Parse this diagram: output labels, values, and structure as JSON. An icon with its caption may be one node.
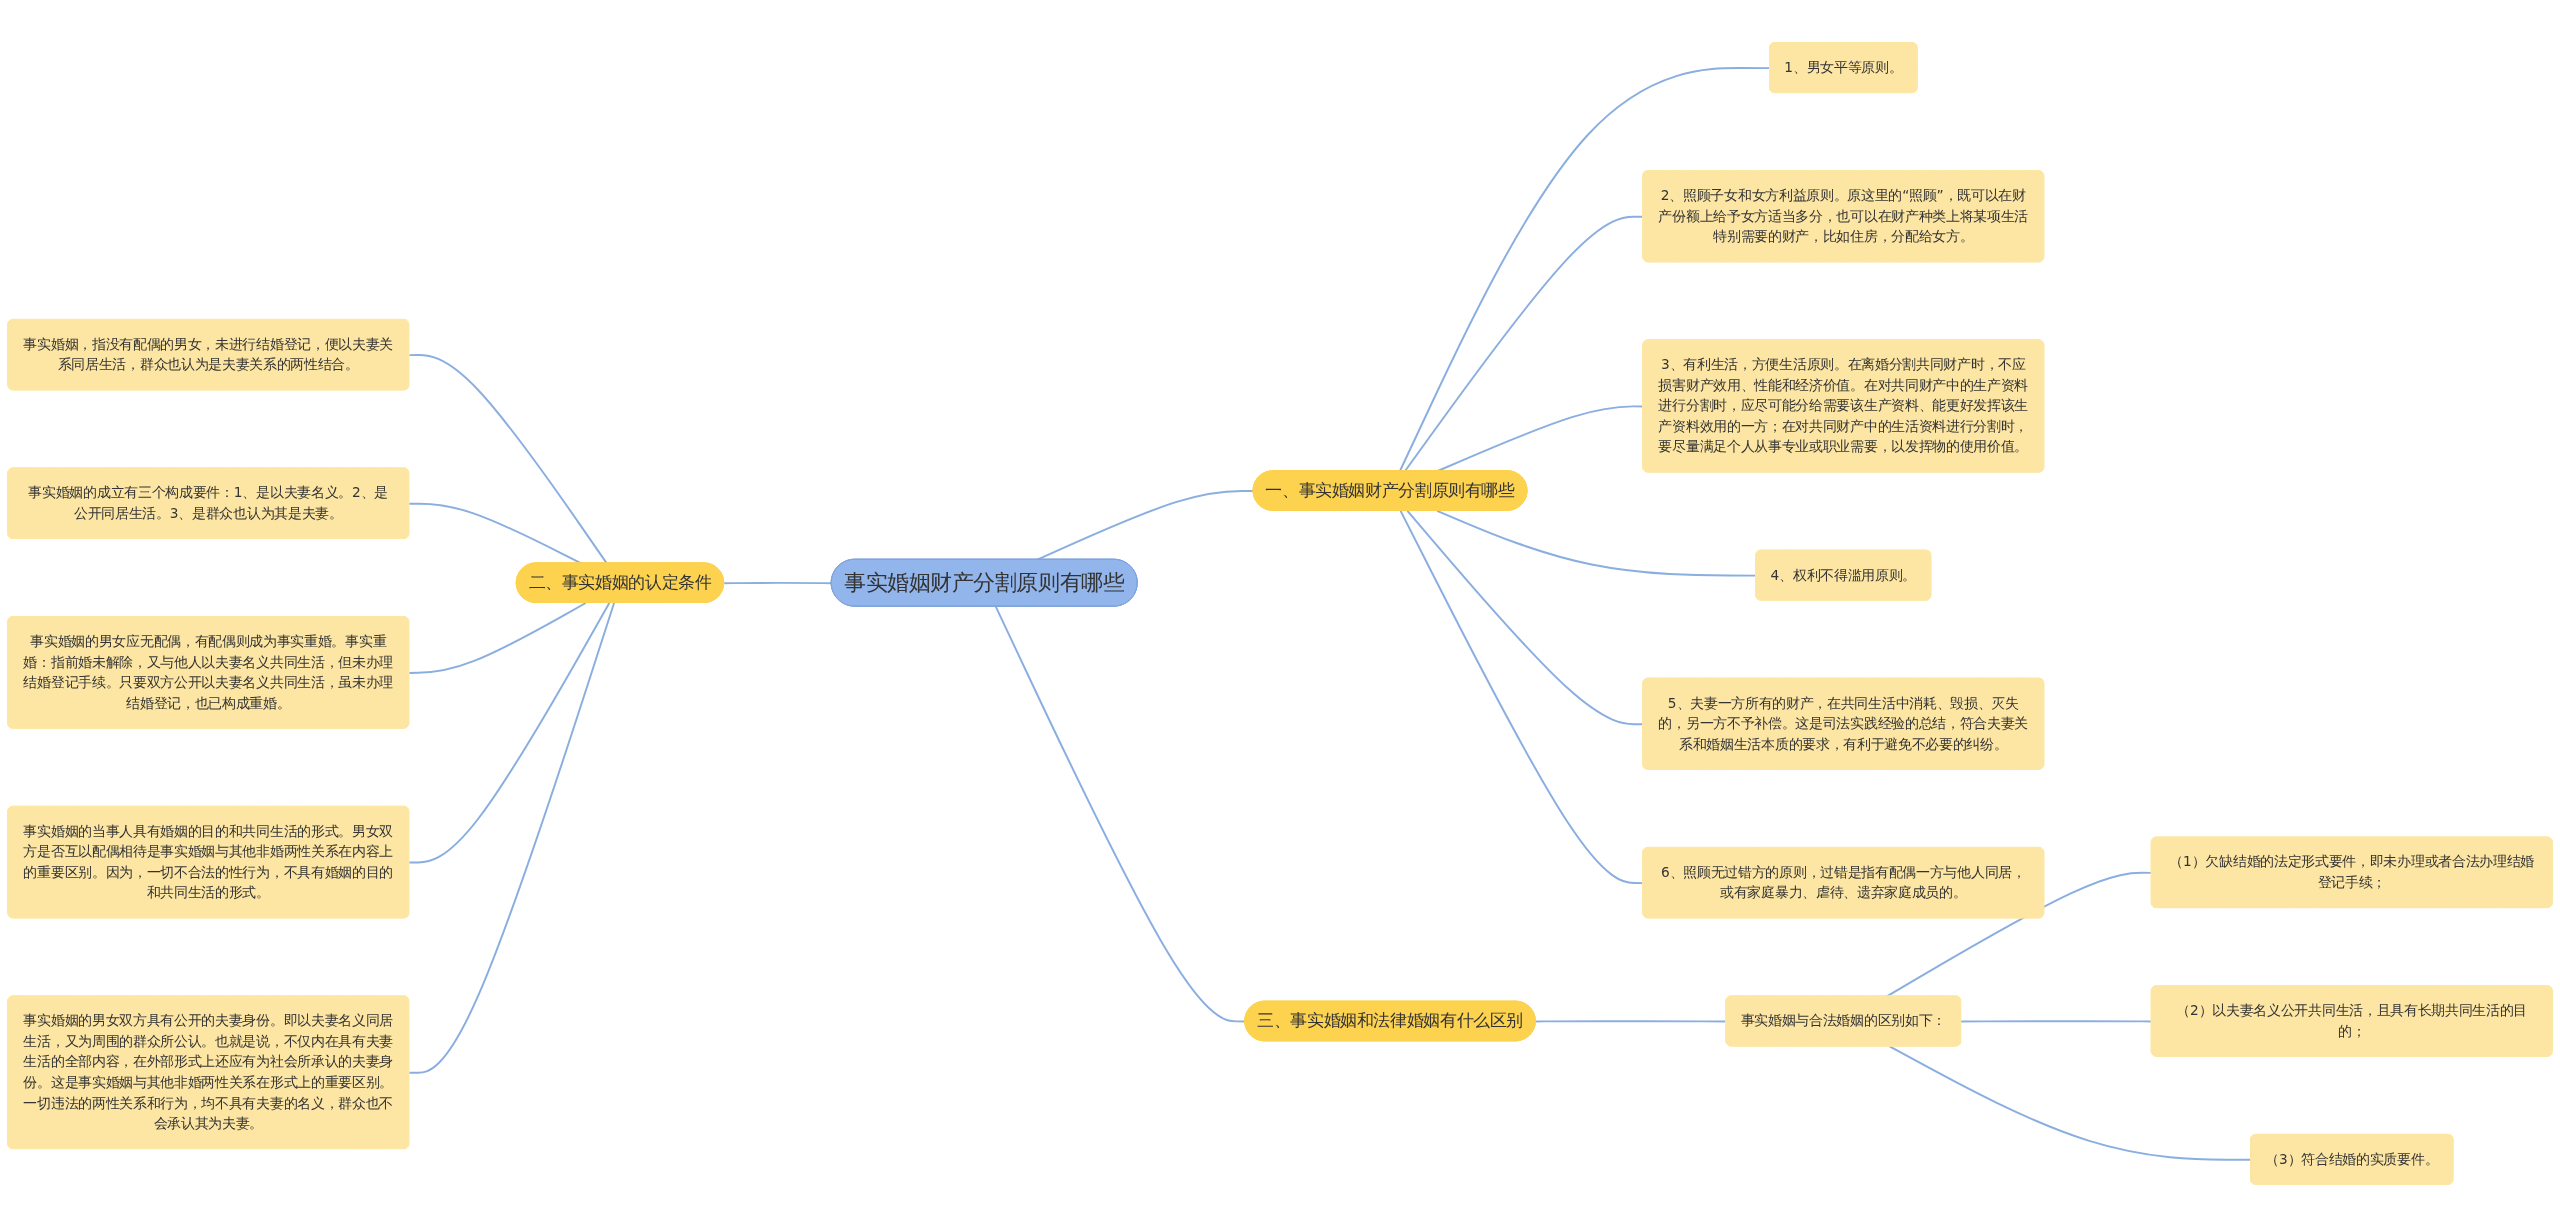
{
  "diagram": {
    "nodes": [
      {
        "text": [
          "事实婚姻财产分割原则有哪些"
        ]
      },
      {
        "text": [
          "一、事实婚姻财产分割原则有哪些"
        ]
      },
      {
        "text": [
          "1、男女平等原则。"
        ]
      },
      {
        "text": [
          "2、照顾子女和女方利益原则。原这里的“照顾”，既可以在财产份额上给予女方适当多分，也可以在财产种类上将某项生活特别需要的财产，比如住房，分配给女方。"
        ]
      },
      {
        "text": [
          "3、有利生活，方便生活原则。在离婚分割共同财产时，不应损害财产效用、性能和经济价值。在对共同财产中的生产资料进行分割时，应尽可能分给需要该生产资料、能更好发挥该生产资料效用的一方；在对共同财产中的生活资料进行分割时，要尽量满足个人从事专业或职业需要，以发挥物的使用价值。"
        ]
      },
      {
        "text": [
          "4、权利不得滥用原则。"
        ]
      },
      {
        "text": [
          "5、夫妻一方所有的财产，在共同生活中消耗、毁损、灭失的，另一方不予补偿。这是司法实践经验的总结，符合夫妻关系和婚姻生活本质的要求，有利于避免不必要的纠纷。"
        ]
      },
      {
        "text": [
          "6、照顾无过错方的原则，过错是指有配偶一方与他人同居，或有家庭暴力、虐待、遗弃家庭成员的。"
        ]
      },
      {
        "text": [
          "二、事实婚姻的认定条件"
        ]
      },
      {
        "text": [
          "事实婚姻，指没有配偶的男女，未进行结婚登记，便以夫妻关系同居生活，群众也认为是夫妻关系的两性结合。"
        ]
      },
      {
        "text": [
          "事实婚姻的成立有三个构成要件：1、是以夫妻名义。2、是公开同居生活。3、是群众也认为其是夫妻。"
        ]
      },
      {
        "text": [
          "事实婚姻的男女应无配偶，有配偶则成为事实重婚。事实重婚：指前婚未解除，又与他人以夫妻名义共同生活，但未办理结婚登记手续。只要双方公开以夫妻名义共同生活，虽未办理结婚登记，也已构成重婚。"
        ]
      },
      {
        "text": [
          "事实婚姻的当事人具有婚姻的目的和共同生活的形式。男女双方是否互以配偶相待是事实婚姻与其他非婚两性关系在内容上的重要区别。因为，一切不合法的性行为，不具有婚姻的目的和共同生活的形式。"
        ]
      },
      {
        "text": [
          "事实婚姻的男女双方具有公开的夫妻身份。即以夫妻名义同居生活，又为周围的群众所公认。也就是说，不仅内在具有夫妻生活的全部内容，在外部形式上还应有为社会所承认的夫妻身份。这是事实婚姻与其他非婚两性关系在形式上的重要区别。一切违法的两性关系和行为，均不具有夫妻的名义，群众也不会承认其为夫妻。"
        ]
      },
      {
        "text": [
          "三、事实婚姻和法律婚姻有什么区别"
        ]
      },
      {
        "text": [
          "事实婚姻与合法婚姻的区别如下："
        ]
      },
      {
        "text": [
          "（1）欠缺结婚的法定形式要件，即未办理或者合法办理结婚登记手续；"
        ]
      },
      {
        "text": [
          "（2）以夫妻名义公开共同生活，且具有长期共同生活的目的；"
        ]
      },
      {
        "text": [
          "（3）符合结婚的实质要件。"
        ]
      }
    ],
    "edges": [
      {
        "from": 0,
        "to": 1,
        "arrow": "none"
      },
      {
        "from": 1,
        "to": 2,
        "arrow": "none"
      },
      {
        "from": 1,
        "to": 3,
        "arrow": "none"
      },
      {
        "from": 1,
        "to": 4,
        "arrow": "none"
      },
      {
        "from": 1,
        "to": 5,
        "arrow": "none"
      },
      {
        "from": 1,
        "to": 6,
        "arrow": "none"
      },
      {
        "from": 1,
        "to": 7,
        "arrow": "none"
      },
      {
        "from": 0,
        "to": 8,
        "arrow": "none"
      },
      {
        "from": 8,
        "to": 9,
        "arrow": "none"
      },
      {
        "from": 8,
        "to": 10,
        "arrow": "none"
      },
      {
        "from": 8,
        "to": 11,
        "arrow": "none"
      },
      {
        "from": 8,
        "to": 12,
        "arrow": "none"
      },
      {
        "from": 8,
        "to": 13,
        "arrow": "none"
      },
      {
        "from": 0,
        "to": 14,
        "arrow": "none"
      },
      {
        "from": 14,
        "to": 15,
        "arrow": "none"
      },
      {
        "from": 15,
        "to": 16,
        "arrow": "none"
      },
      {
        "from": 15,
        "to": 17,
        "arrow": "none"
      },
      {
        "from": 15,
        "to": 18,
        "arrow": "none"
      }
    ]
  }
}
